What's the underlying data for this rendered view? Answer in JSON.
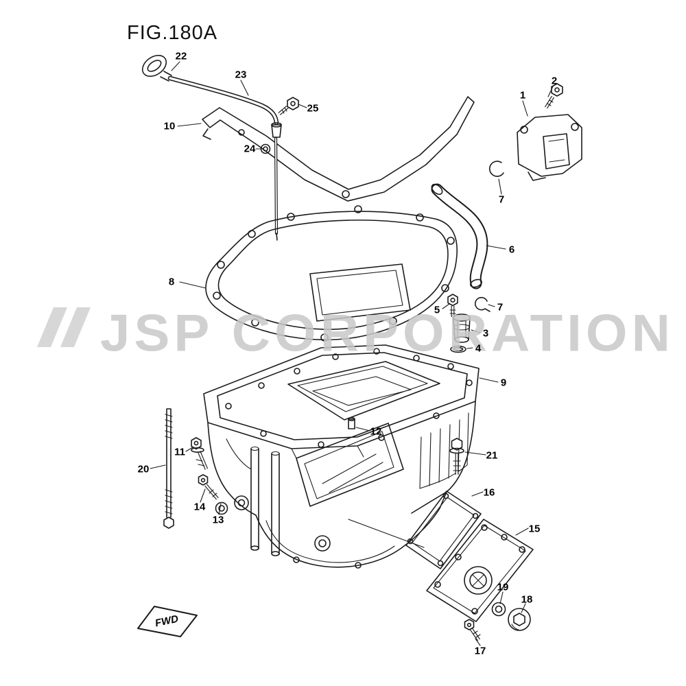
{
  "figure": {
    "title": "FIG.180A"
  },
  "watermark": {
    "text": "JSP CORPORATION"
  },
  "fwd_flag": {
    "label": "FWD"
  },
  "colors": {
    "line": "#1b1b1b",
    "watermark": "#c8c8c8",
    "background": "#ffffff"
  },
  "part_labels": [
    {
      "part": "22"
    },
    {
      "part": "23"
    },
    {
      "part": "25"
    },
    {
      "part": "10"
    },
    {
      "part": "24"
    },
    {
      "part": "2"
    },
    {
      "part": "1"
    },
    {
      "part": "7"
    },
    {
      "part": "6"
    },
    {
      "part": "8"
    },
    {
      "part": "5"
    },
    {
      "part": "7"
    },
    {
      "part": "3"
    },
    {
      "part": "4"
    },
    {
      "part": "9"
    },
    {
      "part": "12"
    },
    {
      "part": "11"
    },
    {
      "part": "20"
    },
    {
      "part": "21"
    },
    {
      "part": "14"
    },
    {
      "part": "13"
    },
    {
      "part": "16"
    },
    {
      "part": "15"
    },
    {
      "part": "19"
    },
    {
      "part": "18"
    },
    {
      "part": "17"
    }
  ]
}
